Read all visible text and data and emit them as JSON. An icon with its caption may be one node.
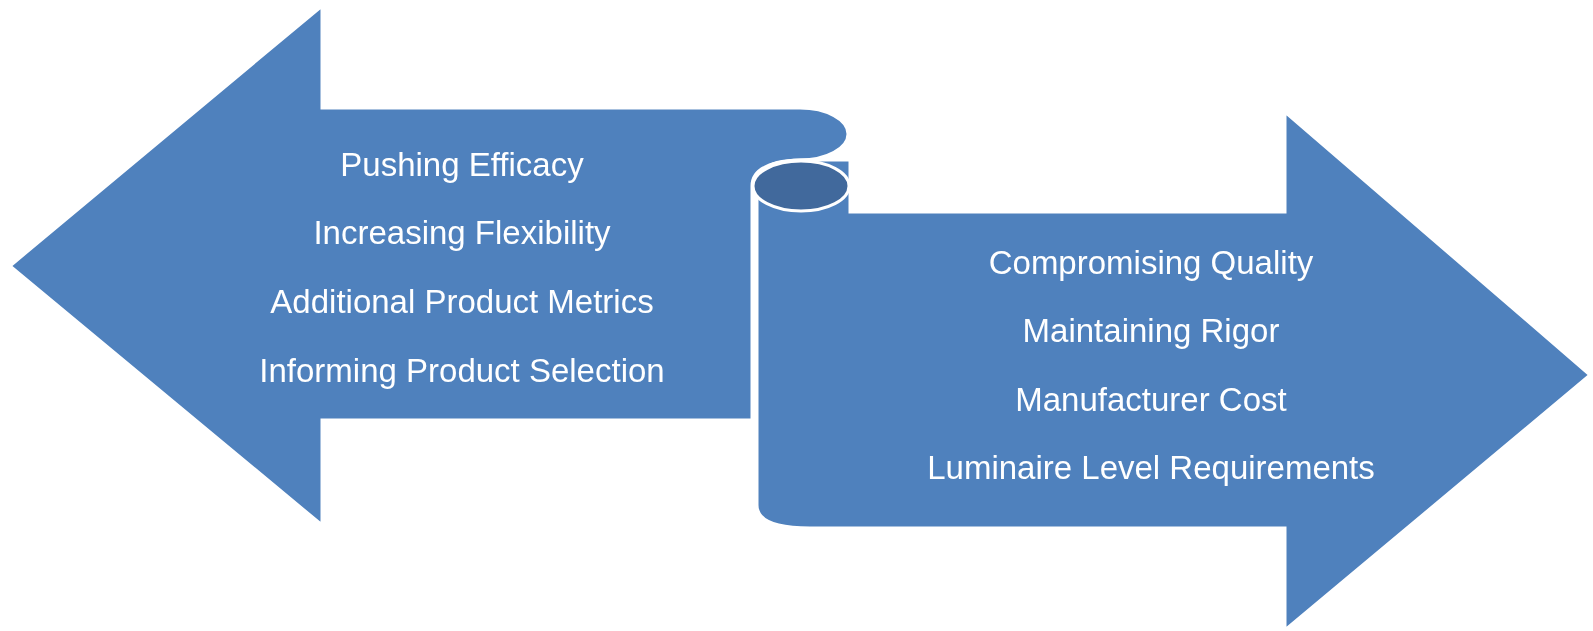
{
  "diagram": {
    "nodes": [
      {
        "text": [
          "Pushing Efficacy",
          "Increasing Flexibility",
          "Additional Product Metrics",
          "Informing Product Selection"
        ]
      },
      {
        "text": [
          "Compromising Quality",
          "Maintaining Rigor",
          "Manufacturer Cost",
          "Luminaire Level Requirements"
        ]
      }
    ]
  }
}
